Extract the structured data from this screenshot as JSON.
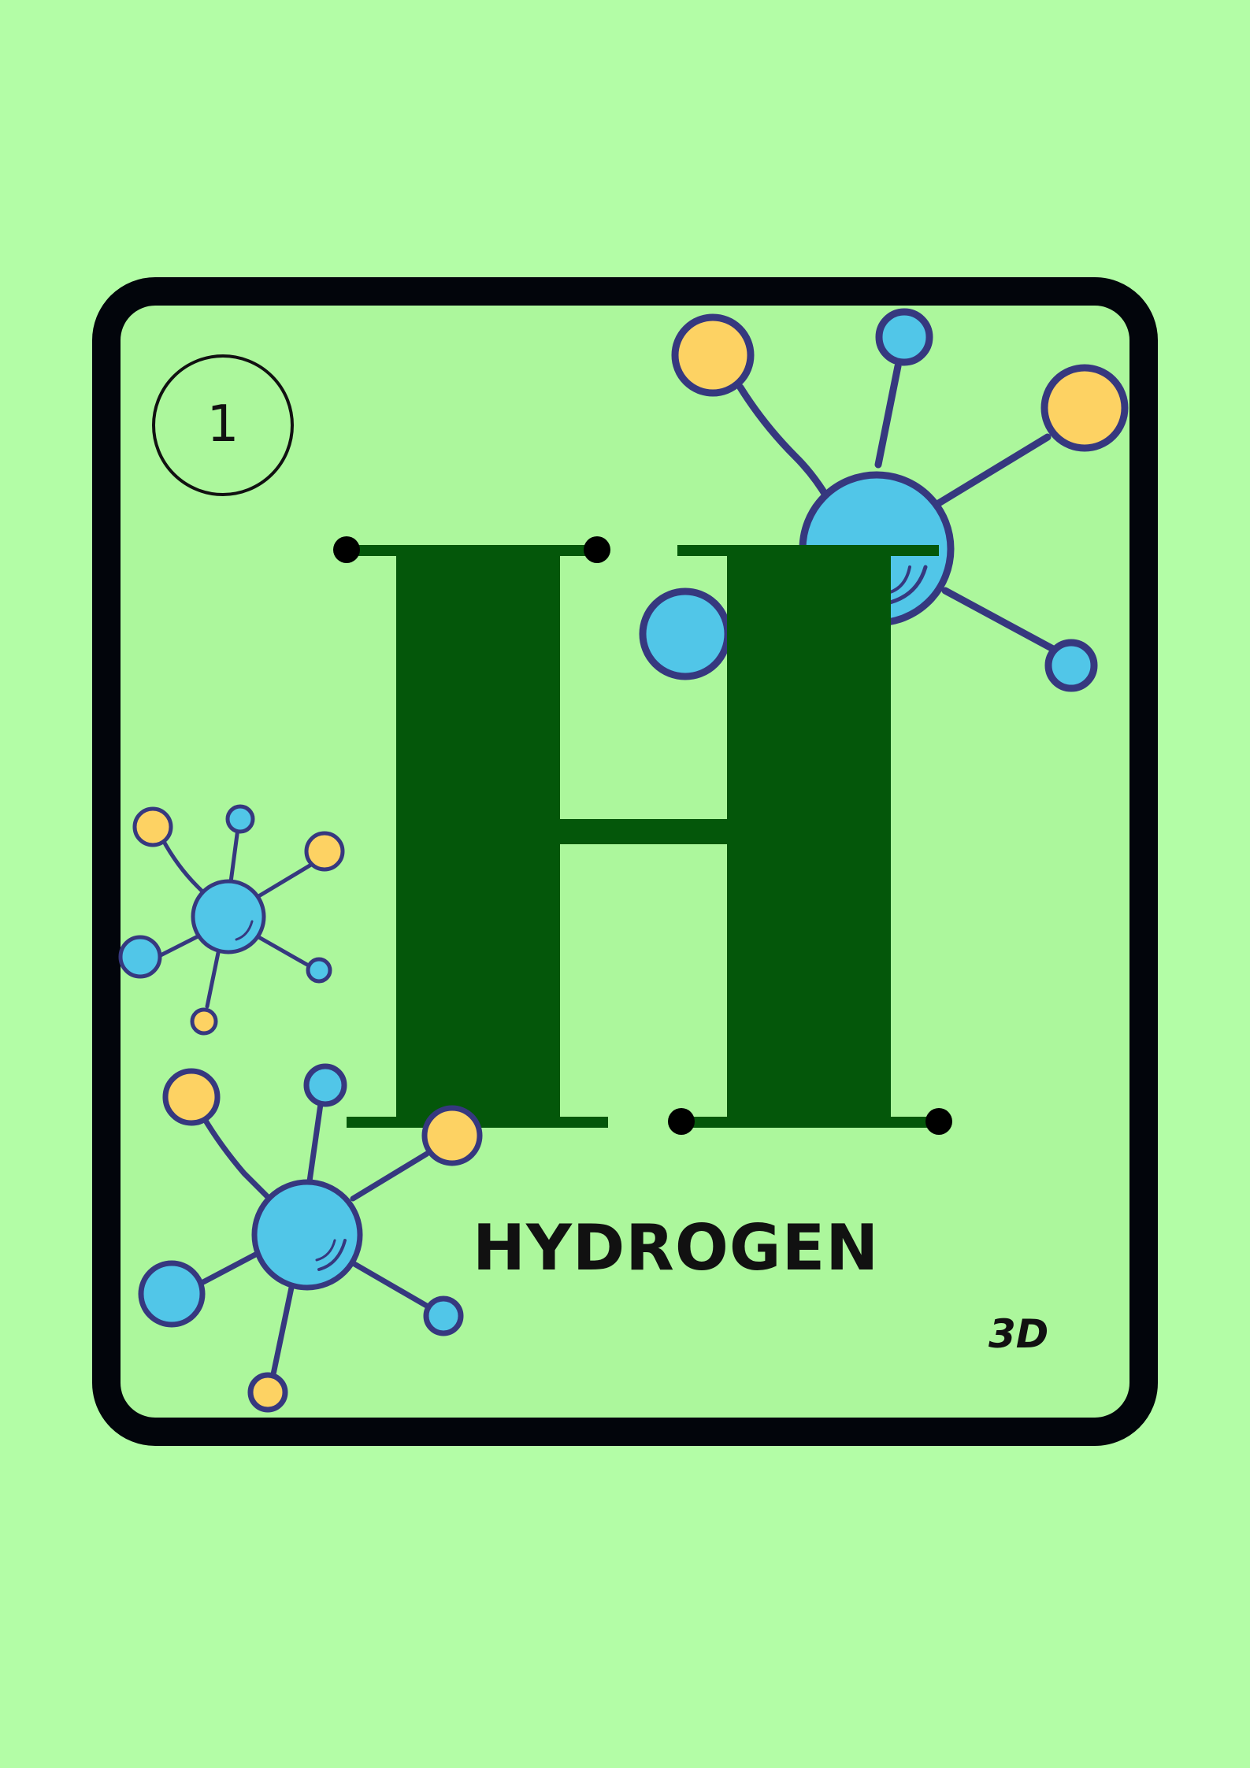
{
  "element_card": {
    "atomic_number": "1",
    "symbol": "H",
    "name": "HYDROGEN",
    "corner_tag": "3D"
  },
  "colors": {
    "page_background": "#b3fda6",
    "card_background": "#acf79c",
    "card_border": "#02050b",
    "symbol_green": "#04570a",
    "molecule_blue": "#51c6e8",
    "molecule_yellow": "#fdd263",
    "molecule_outline": "#36387f"
  },
  "icons": {
    "molecules": [
      "molecule-top-right-icon",
      "molecule-left-small-icon",
      "molecule-bottom-left-icon"
    ]
  }
}
